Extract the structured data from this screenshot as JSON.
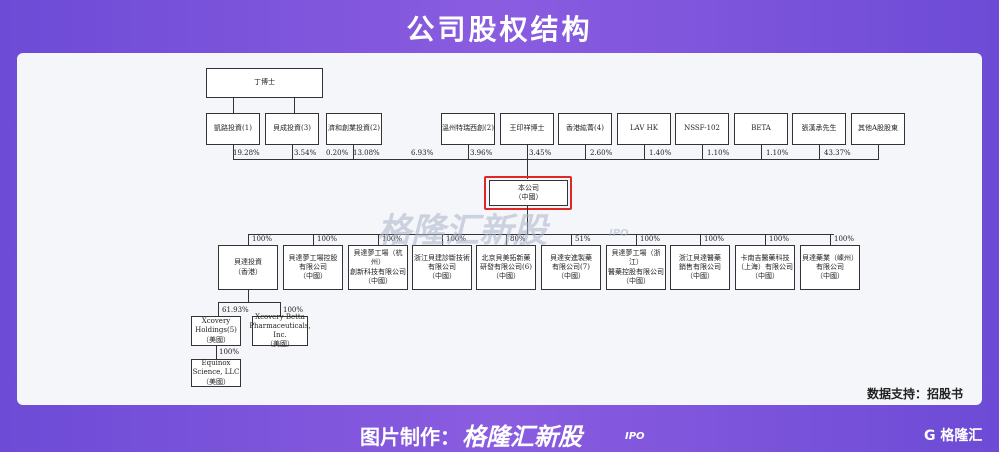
{
  "page_title": "公司股权结构",
  "founder": "丁博士",
  "shareholders": [
    {
      "name": "凱路投資(1)",
      "pct": "19.28%"
    },
    {
      "name": "貝成投資(3)",
      "pct": "3.54%"
    },
    {
      "name": "濟和創業投資(2)",
      "pct": "0.20%"
    },
    {
      "name": "",
      "pct": "13.08%"
    },
    {
      "name": "溫州特瑞西創(2)",
      "pct": "6.93%"
    },
    {
      "name": "王印祥博士",
      "pct": "3.96%"
    },
    {
      "name": "香港紘菁(4)",
      "pct": "3.45%"
    },
    {
      "name": "LAV HK",
      "pct": "2.60%"
    },
    {
      "name": "NSSF-102",
      "pct": "1.40%"
    },
    {
      "name": "BETA",
      "pct": "1.10%"
    },
    {
      "name": "張漢承先生",
      "pct": "1.10%"
    },
    {
      "name": "其他A股股東",
      "pct": "43.37%"
    }
  ],
  "company": "本公司\n（中國）",
  "watermark": "格隆汇新股",
  "watermark_ipo": "IPO",
  "subsidiaries": [
    {
      "name": "貝達投資\n（香港）",
      "pct": "100%"
    },
    {
      "name": "貝達夢工場控股\n有限公司\n（中國）",
      "pct": "100%"
    },
    {
      "name": "貝達夢工場（杭州）\n創新科技有限公司\n（中國）",
      "pct": "100%"
    },
    {
      "name": "浙江貝建診斷技術\n有限公司\n（中國）",
      "pct": "100%"
    },
    {
      "name": "北京貝美拓新藥\n研發有限公司(6)\n（中國）",
      "pct": "80%"
    },
    {
      "name": "貝達安進製藥\n有限公司(7)\n（中國）",
      "pct": "51%"
    },
    {
      "name": "貝達夢工場（浙江）\n醫藥控股有限公司\n（中國）",
      "pct": "100%"
    },
    {
      "name": "浙江貝達醫藥\n銷售有限公司\n（中國）",
      "pct": "100%"
    },
    {
      "name": "卡南吉醫藥科技\n（上海）有限公司\n（中國）",
      "pct": "100%"
    },
    {
      "name": "貝達藥業（嵊州）\n有限公司\n（中國）",
      "pct": "100%"
    }
  ],
  "hk_subs": [
    {
      "name": "Xcovery\nHoldings(5)\n（美國）",
      "pct": "61.93%"
    },
    {
      "name": "Xcovery Betta\nPharmaceuticals,\nInc.\n（美國）",
      "pct": "100%"
    }
  ],
  "equinox": {
    "name": "Equinox\nScience, LLC\n（美國）",
    "pct": "100%"
  },
  "source_note": "数据支持：招股书",
  "footer": {
    "made_by": "图片制作：",
    "brand": "格隆汇新股",
    "ipo": "IPO",
    "corner_logo": "G 格隆汇"
  },
  "colors": {
    "background": "#7b55dc",
    "card": "#f5f6fa",
    "highlight": "#e02828"
  }
}
